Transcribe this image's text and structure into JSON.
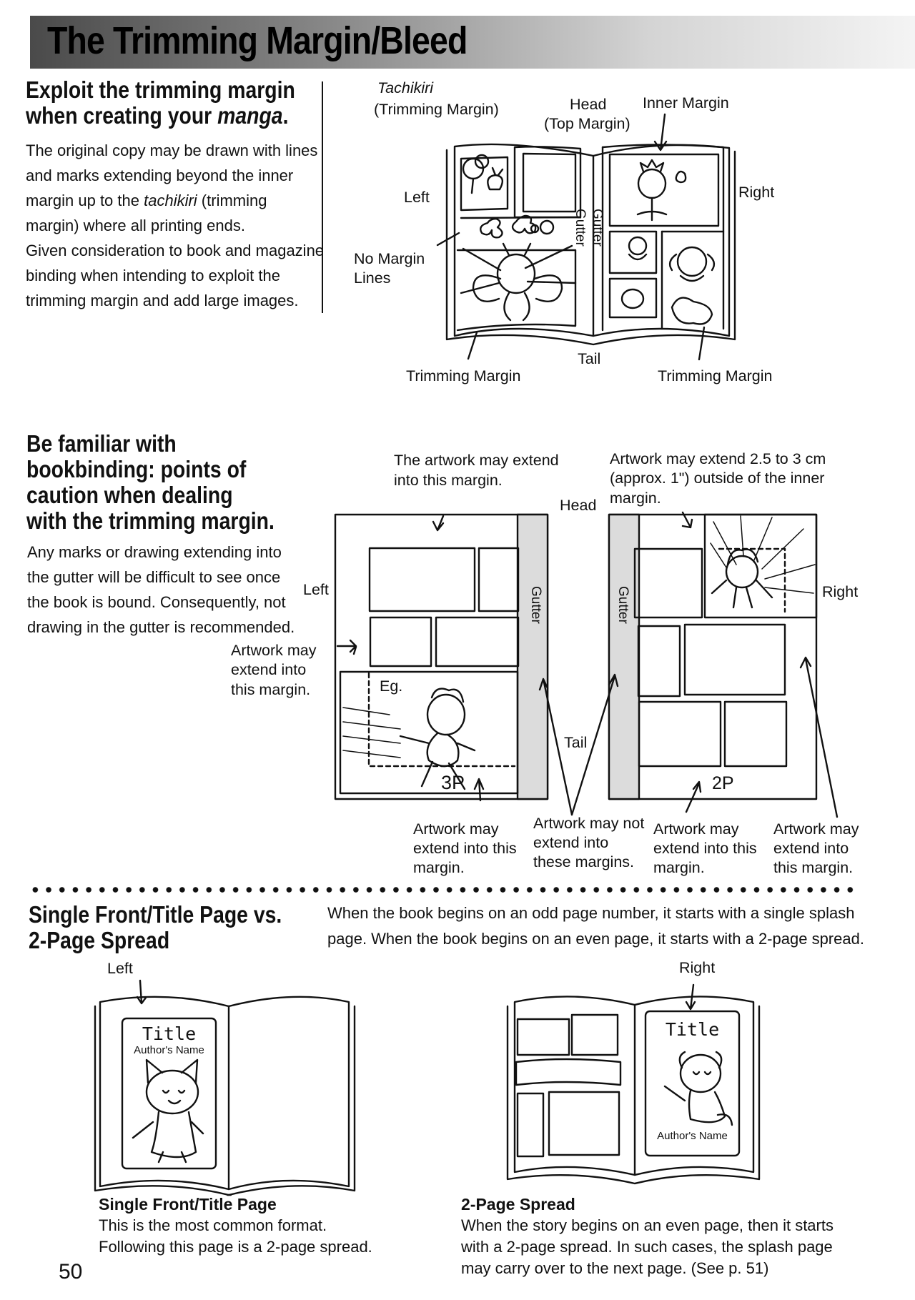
{
  "header": {
    "title": "The Trimming Margin/Bleed"
  },
  "section1": {
    "heading_line1": "Exploit the trimming margin",
    "heading_line2_pre": "when creating your ",
    "heading_line2_em": "manga",
    "heading_line2_post": ".",
    "body_lines": [
      [
        "The original copy may be drawn with lines",
        "",
        ""
      ],
      [
        "and marks extending beyond the inner",
        "",
        ""
      ],
      [
        "margin up to the ",
        "tachikiri",
        " (trimming"
      ],
      [
        "margin) where all printing ends.",
        "",
        ""
      ],
      [
        "Given consideration to book and magazine",
        "",
        ""
      ],
      [
        "binding when intending to exploit the",
        "",
        ""
      ],
      [
        "trimming margin and add large images.",
        "",
        ""
      ]
    ],
    "diagram": {
      "tachikiri": "Tachikiri",
      "trimming_margin_paren": "(Trimming Margin)",
      "head": "Head",
      "top_margin": "(Top Margin)",
      "inner_margin": "Inner Margin",
      "left": "Left",
      "right": "Right",
      "gutter_left": "Gutter",
      "gutter_right": "Gutter",
      "no_margin_lines_1": "No Margin",
      "no_margin_lines_2": "Lines",
      "tail": "Tail",
      "trimming_margin_left": "Trimming Margin",
      "trimming_margin_right": "Trimming Margin"
    }
  },
  "section2": {
    "heading_lines": [
      "Be familiar with",
      "bookbinding: points of",
      "caution when dealing",
      "with the trimming margin."
    ],
    "body_lines": [
      "Any marks or drawing extending into",
      "the gutter will be difficult to see once",
      "the book is bound. Consequently, not",
      "drawing in the gutter is recommended."
    ],
    "diagram": {
      "artwork_extend_into_1": "The artwork may extend",
      "artwork_extend_into_2": "into this margin.",
      "head": "Head",
      "outer_extend_1": "Artwork may extend 2.5 to 3 cm",
      "outer_extend_2": "(approx. 1\") outside of the inner",
      "outer_extend_3": "margin.",
      "left": "Left",
      "right": "Right",
      "left_note_1": "Artwork may",
      "left_note_2": "extend into",
      "left_note_3": "this margin.",
      "eg": "Eg.",
      "gutter_left": "Gutter",
      "gutter_right": "Gutter",
      "tail": "Tail",
      "page_3p": "3P",
      "page_2p": "2P",
      "bottom_notes": [
        [
          "Artwork may",
          "extend into this",
          "margin."
        ],
        [
          "Artwork may not",
          "extend into",
          "these margins."
        ],
        [
          "Artwork may",
          "extend into this",
          "margin."
        ],
        [
          "Artwork may",
          "extend into",
          "this margin."
        ]
      ]
    }
  },
  "section3": {
    "heading_lines": [
      "Single Front/Title Page vs.",
      "2-Page Spread"
    ],
    "intro_lines": [
      "When the book begins on an odd page number, it starts with a single splash",
      "page. When the book begins on an even page, it starts with a 2-page spread."
    ],
    "left_label": "Left",
    "right_label": "Right",
    "book1": {
      "title": "Title",
      "author": "Author's Name"
    },
    "book2": {
      "title": "Title",
      "author": "Author's Name"
    },
    "caption1": {
      "title": "Single Front/Title Page",
      "lines": [
        "This is the most common format.",
        "Following this page is a 2-page spread."
      ]
    },
    "caption2": {
      "title": "2-Page Spread",
      "lines": [
        "When the story begins on an even page, then it starts",
        "with a 2-page spread. In such cases, the splash page",
        "may carry over to the next page. (See p. 51)"
      ]
    }
  },
  "footer": {
    "page_number": "50"
  }
}
